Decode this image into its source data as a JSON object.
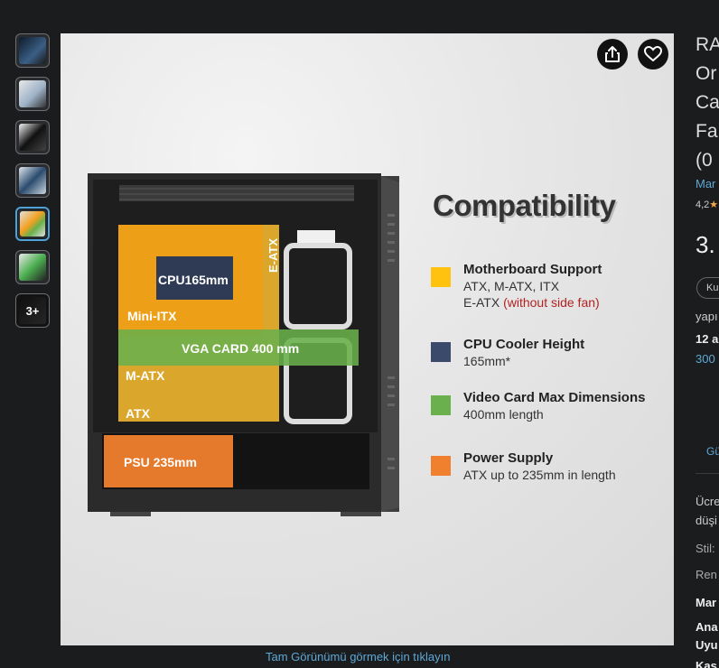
{
  "thumbnails": {
    "more_label": "3+",
    "selected_index": 4
  },
  "main_image": {
    "compatibility_title": "Compatibility",
    "case_labels": {
      "cpu": "CPU165mm",
      "eatx": "E-ATX",
      "mini_itx": "Mini-ITX",
      "vga": "VGA CARD 400 mm",
      "matx": "M-ATX",
      "atx": "ATX",
      "psu": "PSU 235mm"
    },
    "specs": [
      {
        "title": "Motherboard Support",
        "line1": "ATX, M-ATX, ITX",
        "line2a": "E-ATX ",
        "line2b": "(without side fan)",
        "color": "#ffc20e"
      },
      {
        "title": "CPU Cooler Height",
        "line1": "165mm*",
        "color": "#3b4a6b"
      },
      {
        "title": "Video Card Max Dimensions",
        "line1": "400mm length",
        "color": "#6ab04c"
      },
      {
        "title": "Power Supply",
        "line1": "ATX up to 235mm in length",
        "color": "#f0802e"
      }
    ]
  },
  "caption": "Tam Görünümü görmek için tıklayın",
  "product_panel": {
    "title_lines": [
      "RA",
      "Or",
      "Ca",
      "Fa",
      "(0"
    ],
    "brand": "Mar",
    "rating": "4,2",
    "price": "3.",
    "style_chip": "Ku",
    "line_a": "yapı",
    "line_b": "12 a",
    "line_c": "300",
    "link_gu": "Gü",
    "free_a": "Ücre",
    "free_b": "düşi",
    "style_label": "Stil:",
    "color_label": "Ren",
    "mark_label": "Mar",
    "mb_label_a": "Ana",
    "mb_label_b": "Uyu",
    "last_label": "Kas"
  }
}
